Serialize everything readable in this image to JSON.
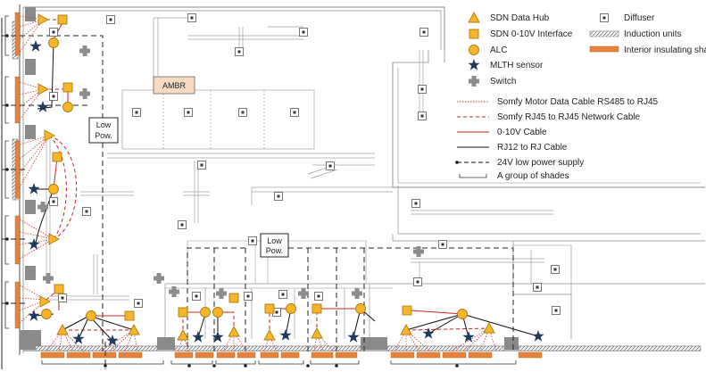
{
  "labels": {
    "ambr": "AMBR",
    "low_power_1_line1": "Low",
    "low_power_1_line2": "Pow.",
    "low_power_2_line1": "Low",
    "low_power_2_line2": "Pow."
  },
  "legend": {
    "sdn_data_hub": "SDN Data Hub",
    "sdn_interface": "SDN 0-10V Interface",
    "alc": "ALC",
    "mlth_sensor": "MLTH sensor",
    "switch": "Switch",
    "diffuser": "Diffuser",
    "induction_units": "Induction units",
    "interior_shade": "Interior insulating shade",
    "cable_rs485": "Somfy Motor Data Cable RS485 to RJ45",
    "cable_rj45": "Somfy RJ45 to RJ45 Network Cable",
    "cable_010v": "0-10V Cable",
    "cable_rj12": "RJ12 to RJ Cable",
    "supply_24v": "24V low power supply",
    "shade_group": "A group of shades"
  },
  "colors": {
    "wall": "#8c8c8c",
    "column": "#8a8a8a",
    "shade": "#e8823a",
    "symbol_fill": "#f6b52a",
    "symbol_stroke": "#b07a10",
    "sensor": "#1f3a5f",
    "switch": "#8c8c8c",
    "rs485": "#d63a3a",
    "cable_red": "#cc2222",
    "cable_black": "#111111",
    "ambr_fill": "#f7d9c4"
  }
}
